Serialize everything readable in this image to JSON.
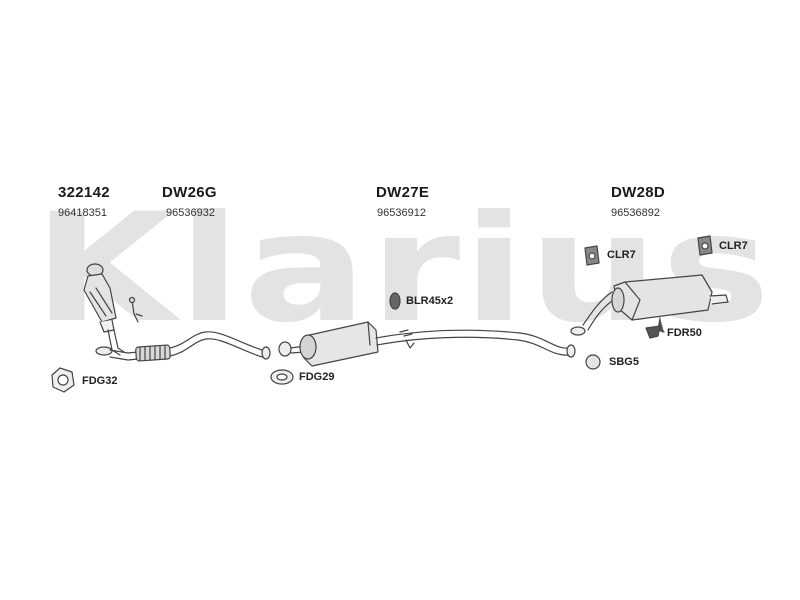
{
  "watermark": "Klarius",
  "sections": [
    {
      "part": "322142",
      "oe": "96418351"
    },
    {
      "part": "DW26G",
      "oe": "96536932"
    },
    {
      "part": "DW27E",
      "oe": "96536912"
    },
    {
      "part": "DW28D",
      "oe": "96536892"
    }
  ],
  "accessories": {
    "fdg32": "FDG32",
    "fdg29": "FDG29",
    "blr": "BLR45x2",
    "clr7_a": "CLR7",
    "clr7_b": "CLR7",
    "fdr50": "FDR50",
    "sbg5": "SBG5"
  },
  "colors": {
    "line": "#444444",
    "fill": "#e6e6e6",
    "watermark": "#d9d9d9"
  }
}
